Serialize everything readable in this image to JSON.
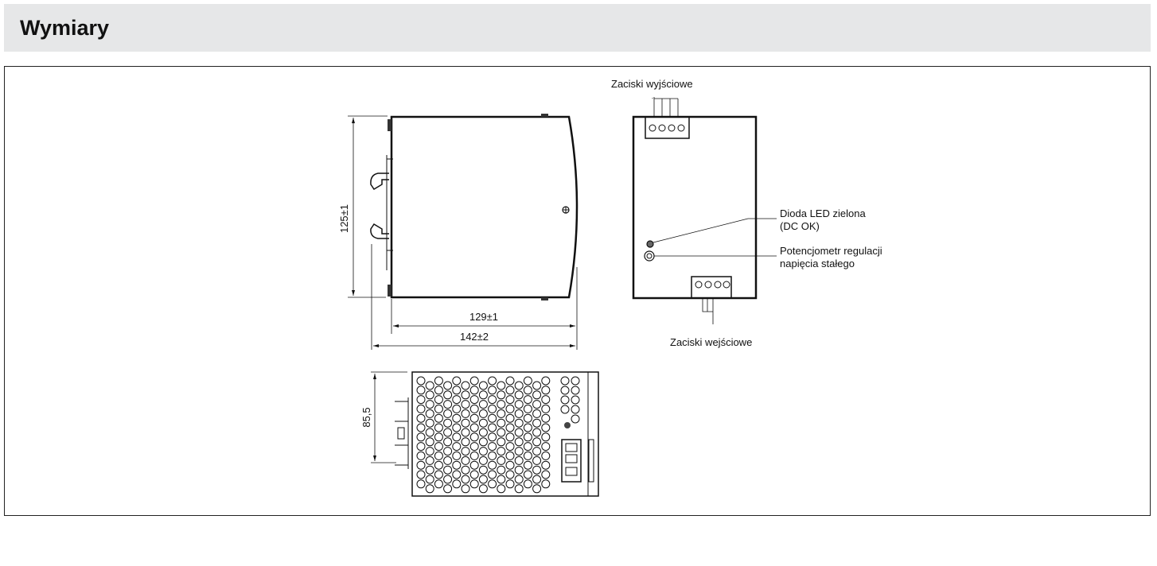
{
  "header": {
    "title": "Wymiary"
  },
  "drawing": {
    "dim_height": "125±1",
    "dim_depth_body": "129±1",
    "dim_depth_total": "142±2",
    "dim_width": "85,5",
    "label_output_terminals": "Zaciski wyjściowe",
    "label_input_terminals": "Zaciski wejściowe",
    "label_led_line1": "Dioda LED zielona",
    "label_led_line2": "(DC OK)",
    "label_pot_line1": "Potencjometr regulacji",
    "label_pot_line2": "napięcia stałego"
  }
}
